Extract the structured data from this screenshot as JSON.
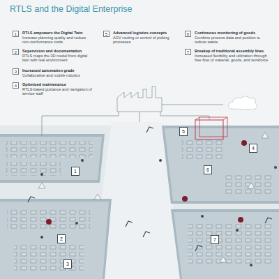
{
  "diagram": {
    "title": "RTLS and the Digital Enterprise",
    "nodes": [
      {
        "text": [
          "1",
          "RTLS empowers the Digital Twin",
          "Increase planning quality and reduce non-conformance costs"
        ]
      },
      {
        "text": [
          "2",
          "Supervision and documentation",
          "RTLS maps the 3D model from digital twin with real environment"
        ]
      },
      {
        "text": [
          "3",
          "Increased automation grade",
          "Collaborative and mobile robotics"
        ]
      },
      {
        "text": [
          "4",
          "Optimized maintenance",
          "RTLS-based guidance and navigation of service staff"
        ]
      },
      {
        "text": [
          "5",
          "Advanced logistics concepts",
          "AGV routing or control of picking processes"
        ]
      },
      {
        "text": [
          "6",
          "Continuous monitoring of goods",
          "Combine process data and position to reduce waste"
        ]
      },
      {
        "text": [
          "7",
          "Breakup of traditional assembly lines",
          "Increased flexibility and utilization through free flow of material, goods, and workforce"
        ]
      },
      {
        "text": [
          "5"
        ]
      },
      {
        "text": [
          "4"
        ]
      },
      {
        "text": [
          "1"
        ]
      },
      {
        "text": [
          "6"
        ]
      },
      {
        "text": [
          "2"
        ]
      },
      {
        "text": [
          "3"
        ]
      },
      {
        "text": [
          "7"
        ]
      }
    ]
  }
}
